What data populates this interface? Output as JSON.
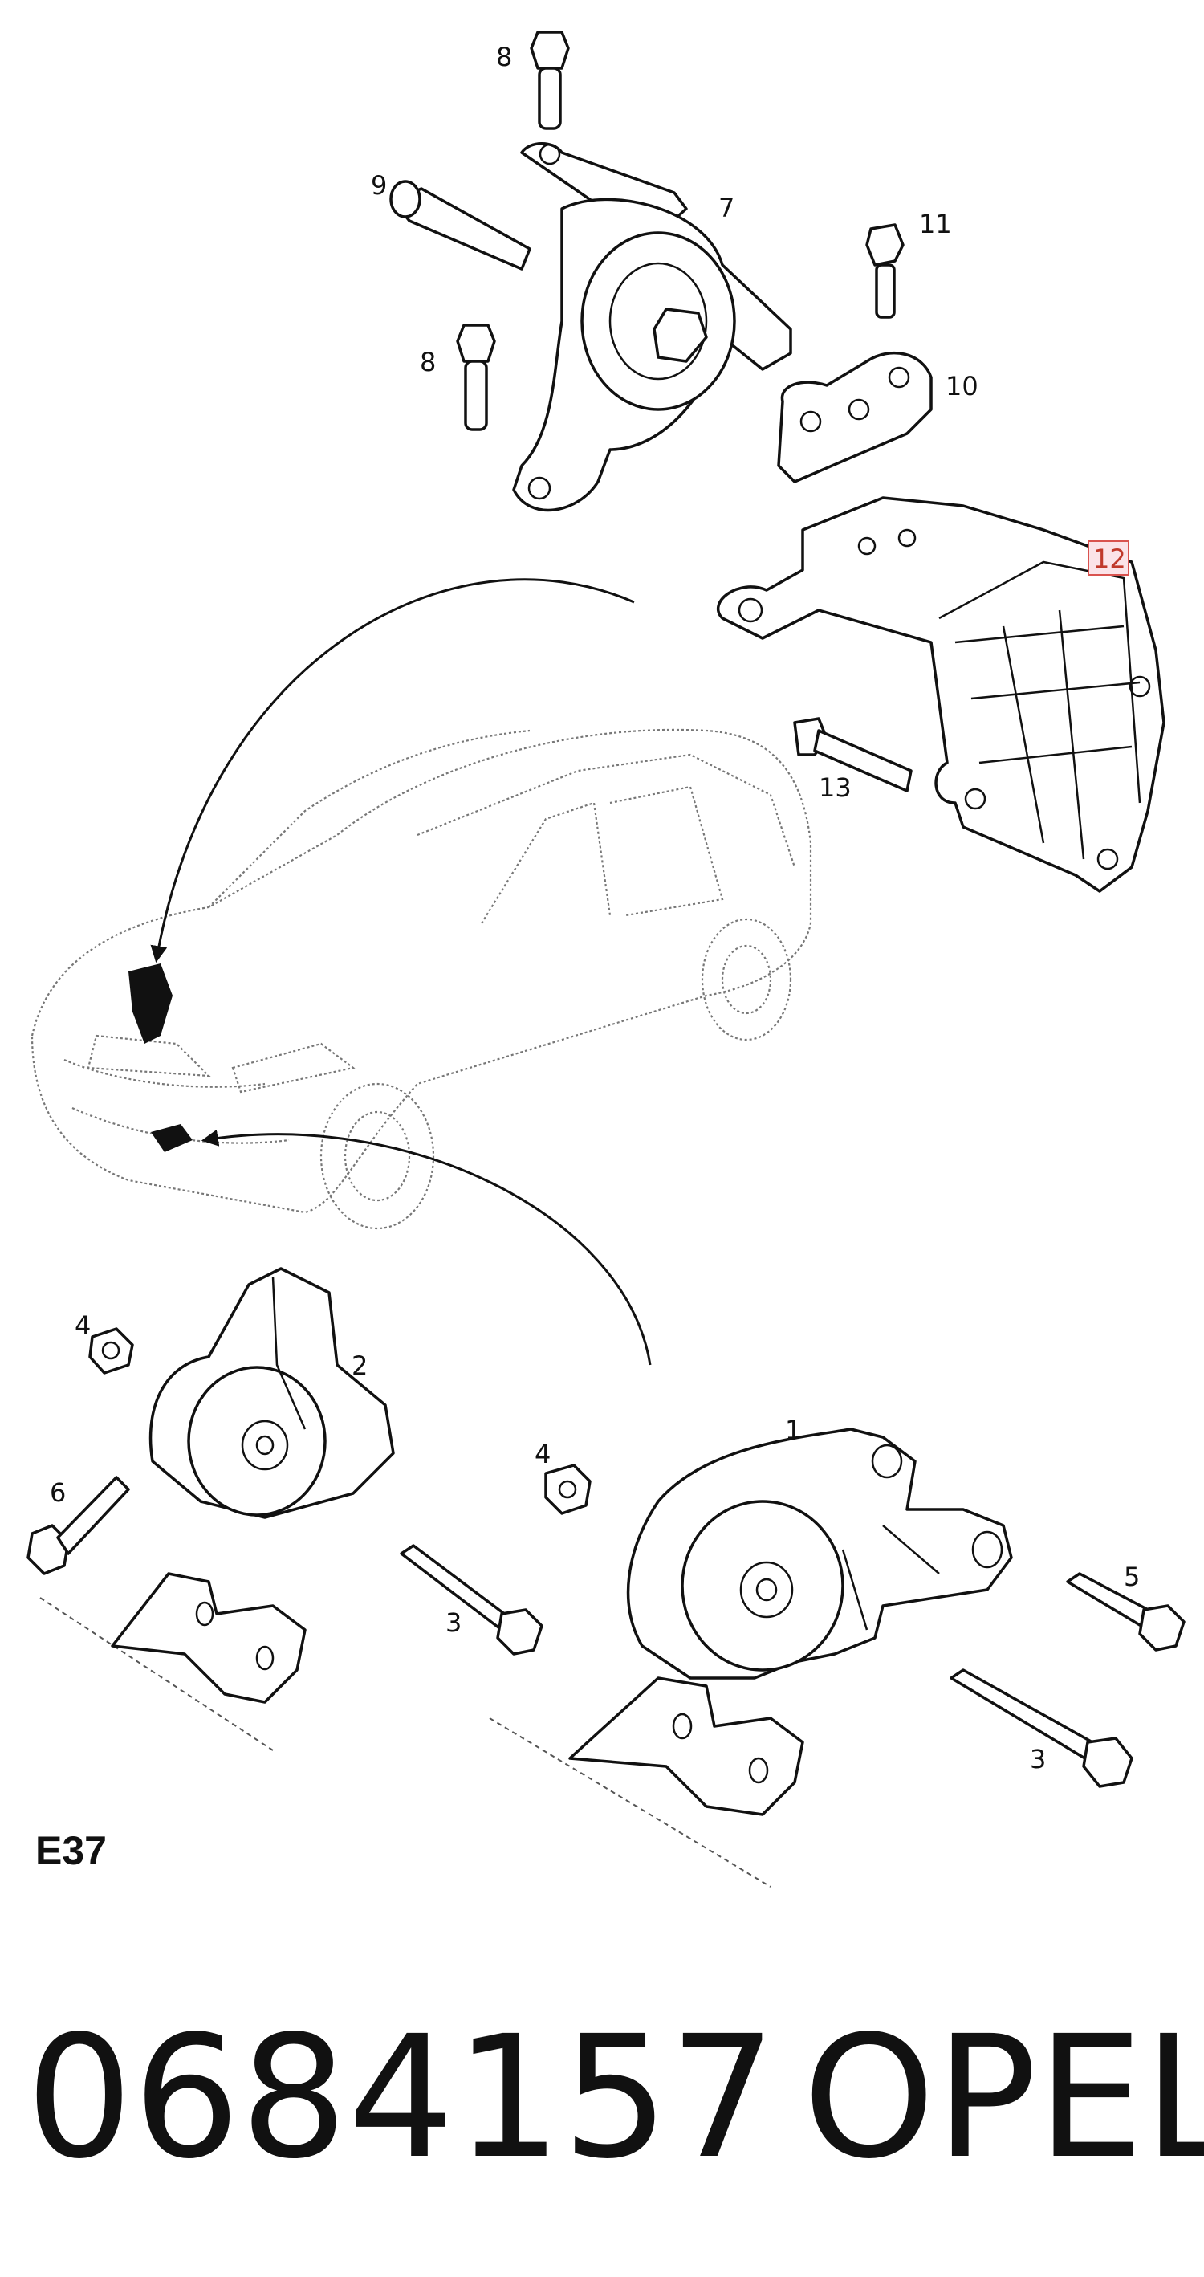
{
  "diagram": {
    "section_code": "E37",
    "labels": {
      "p1": "1",
      "p2": "2",
      "p3a": "3",
      "p3b": "3",
      "p4a": "4",
      "p4b": "4",
      "p5": "5",
      "p6": "6",
      "p7": "7",
      "p8a": "8",
      "p8b": "8",
      "p9": "9",
      "p10": "10",
      "p11": "11",
      "p12": "12",
      "p13": "13"
    },
    "highlighted_part": "12"
  },
  "footer": {
    "part_number": "0684157",
    "brand": "OPEL"
  },
  "colors": {
    "line": "#111111",
    "highlight_fill": "#fbe3e8",
    "highlight_border": "#d9534f"
  }
}
